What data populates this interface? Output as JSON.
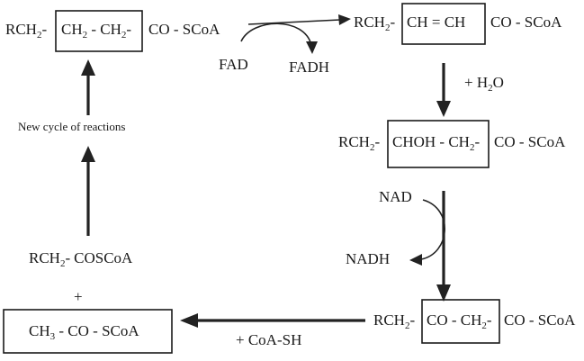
{
  "reaction1": {
    "r": "RCH",
    "r_sub": "2",
    "sep1": "-",
    "a": "CH",
    "a_sub": "2",
    "mid": " - ",
    "b": "CH",
    "b_sub": "2",
    "sep2": "-",
    "tail": "CO - SCoA"
  },
  "reaction2": {
    "r": "RCH",
    "r_sub": "2",
    "sep1": "-",
    "core": "CH = CH",
    "tail": "CO - SCoA"
  },
  "reaction3": {
    "r": "RCH",
    "r_sub": "2",
    "sep1": "-",
    "a": "CHOH - CH",
    "a_sub": "2",
    "sep2": "-",
    "tail": "CO - SCoA"
  },
  "reaction4": {
    "r": "RCH",
    "r_sub": "2",
    "sep1": "-",
    "a": "CO - CH",
    "a_sub": "2",
    "sep2": "-",
    "tail": "CO - SCoA"
  },
  "reaction5": {
    "r": "RCH",
    "r_sub": "2",
    "sep1": "-",
    "tail": "COSCoA"
  },
  "plus": "+",
  "reaction6": {
    "a": "CH",
    "a_sub": "3",
    "tail": " - CO - SCoA"
  },
  "labels": {
    "fad": "FAD",
    "fadh": "FADH",
    "water": "+ H",
    "water_sub": "2",
    "water_o": "O",
    "nad": "NAD",
    "nadh": "NADH",
    "coash": "+ CoA-SH",
    "new_cycle": "New cycle of reactions"
  }
}
